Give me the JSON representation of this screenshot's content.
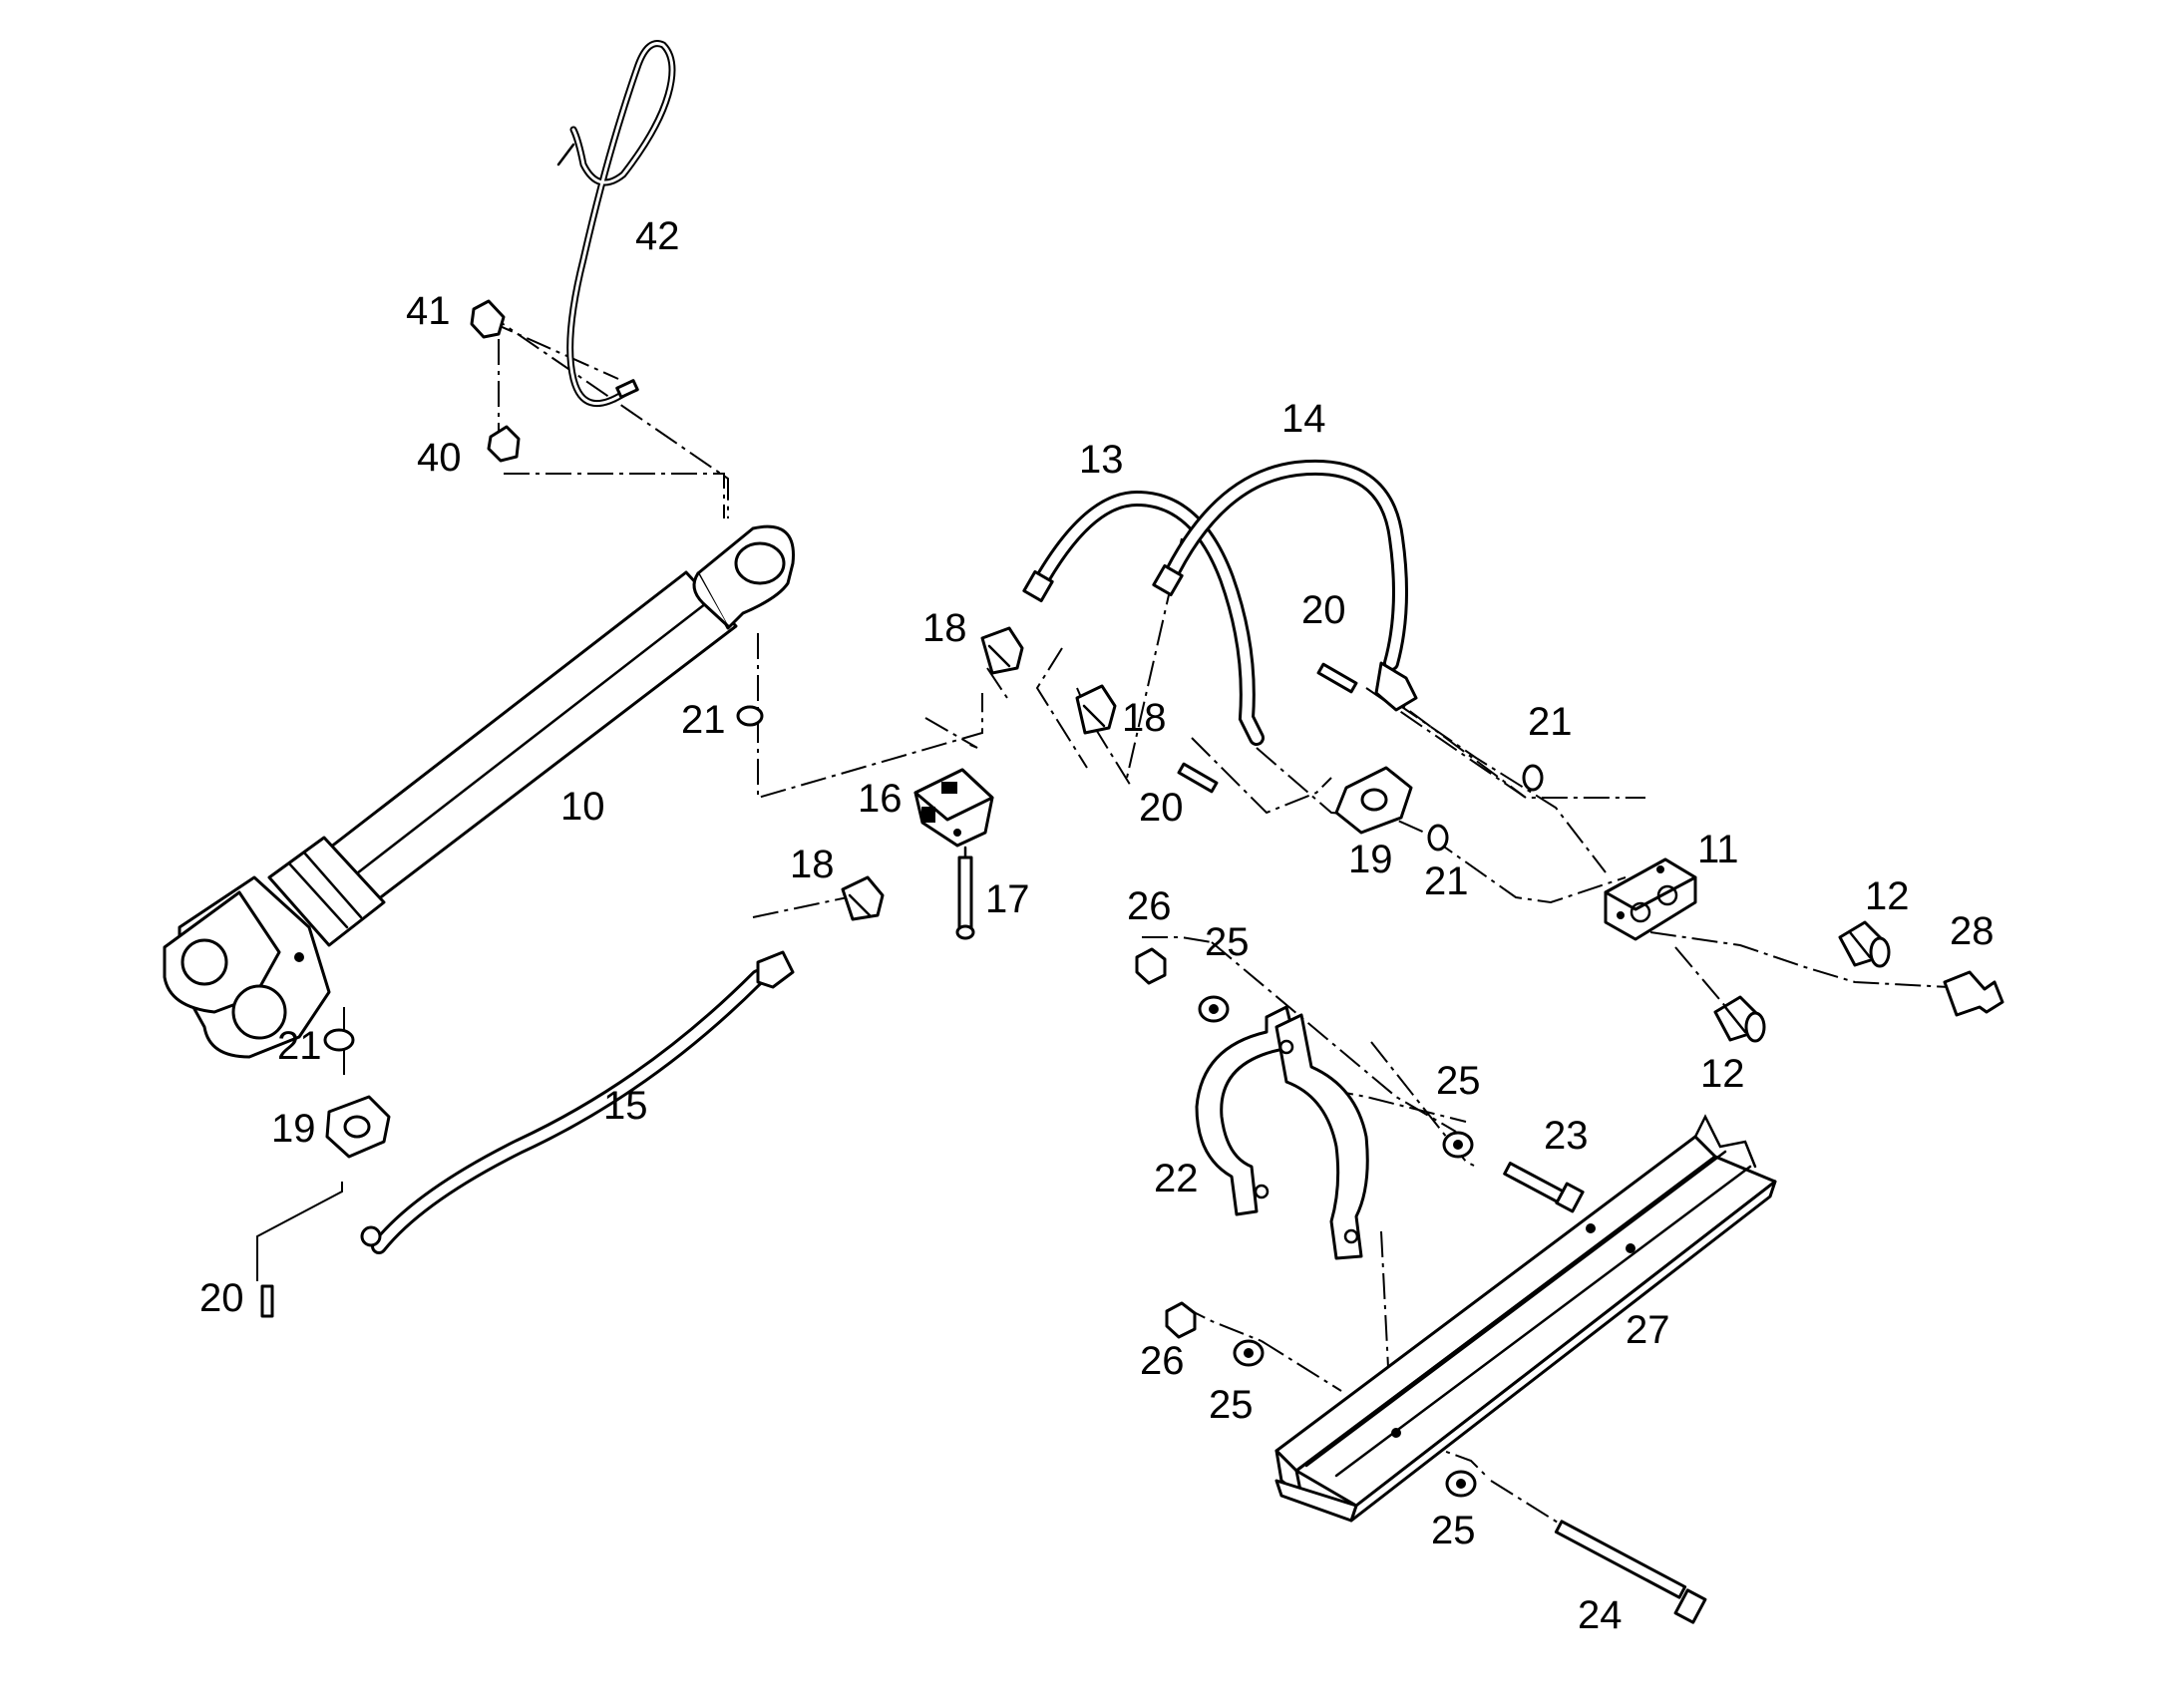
{
  "diagram": {
    "background": "#ffffff",
    "line_color": "#000000",
    "callouts": [
      {
        "id": "c10",
        "label": "10"
      },
      {
        "id": "c11",
        "label": "11"
      },
      {
        "id": "c12a",
        "label": "12"
      },
      {
        "id": "c12b",
        "label": "12"
      },
      {
        "id": "c13",
        "label": "13"
      },
      {
        "id": "c14",
        "label": "14"
      },
      {
        "id": "c15",
        "label": "15"
      },
      {
        "id": "c16",
        "label": "16"
      },
      {
        "id": "c17",
        "label": "17"
      },
      {
        "id": "c18a",
        "label": "18"
      },
      {
        "id": "c18b",
        "label": "18"
      },
      {
        "id": "c18c",
        "label": "18"
      },
      {
        "id": "c19a",
        "label": "19"
      },
      {
        "id": "c19b",
        "label": "19"
      },
      {
        "id": "c20a",
        "label": "20"
      },
      {
        "id": "c20b",
        "label": "20"
      },
      {
        "id": "c20c",
        "label": "20"
      },
      {
        "id": "c21a",
        "label": "21"
      },
      {
        "id": "c21b",
        "label": "21"
      },
      {
        "id": "c21c",
        "label": "21"
      },
      {
        "id": "c21d",
        "label": "21"
      },
      {
        "id": "c22",
        "label": "22"
      },
      {
        "id": "c23",
        "label": "23"
      },
      {
        "id": "c24",
        "label": "24"
      },
      {
        "id": "c25a",
        "label": "25"
      },
      {
        "id": "c25b",
        "label": "25"
      },
      {
        "id": "c25c",
        "label": "25"
      },
      {
        "id": "c25d",
        "label": "25"
      },
      {
        "id": "c26a",
        "label": "26"
      },
      {
        "id": "c26b",
        "label": "26"
      },
      {
        "id": "c27",
        "label": "27"
      },
      {
        "id": "c28",
        "label": "28"
      },
      {
        "id": "c40",
        "label": "40"
      },
      {
        "id": "c41",
        "label": "41"
      },
      {
        "id": "c42",
        "label": "42"
      }
    ]
  }
}
